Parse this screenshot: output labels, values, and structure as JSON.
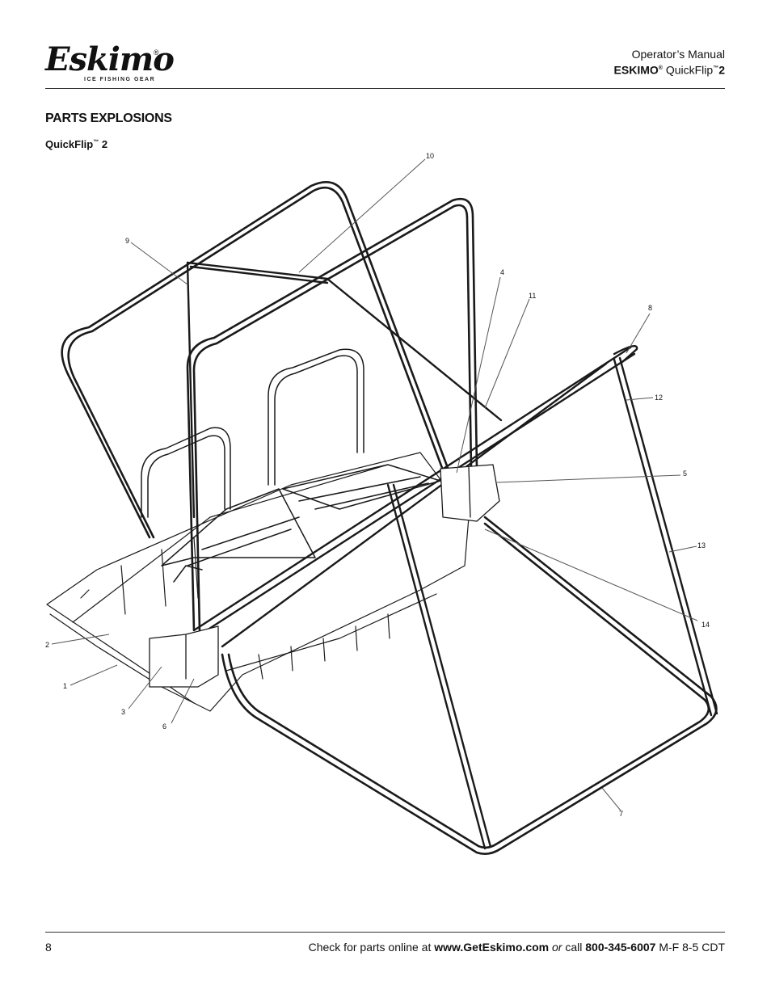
{
  "header": {
    "logo_text": "Eskimo",
    "logo_registered": "®",
    "logo_tagline": "ICE FISHING GEAR",
    "manual_label": "Operator’s Manual",
    "brand": "ESKIMO",
    "brand_mark": "®",
    "product": "QuickFlip",
    "product_tm": "™",
    "product_num": "2"
  },
  "section": {
    "title": "PARTS EXPLOSIONS",
    "model": "QuickFlip",
    "model_tm": "™",
    "model_num": " 2"
  },
  "callouts": [
    "1",
    "2",
    "3",
    "4",
    "5",
    "6",
    "7",
    "8",
    "9",
    "10",
    "11",
    "12",
    "13",
    "14"
  ],
  "footer": {
    "page_number": "8",
    "prefix": "Check for parts online at ",
    "website": "www.GetEskimo.com",
    "or": " or",
    "call": " call ",
    "phone": "800-345-6007",
    "hours": " M-F 8-5 CDT"
  }
}
